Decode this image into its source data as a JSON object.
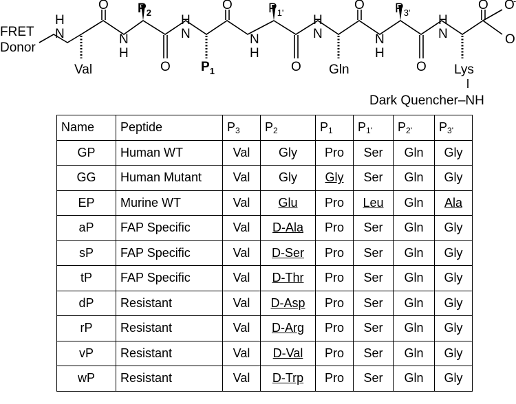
{
  "structure": {
    "donor_line1": "FRET",
    "donor_line2": "Donor",
    "nh": "N",
    "h": "H",
    "o": "O",
    "o_minus": "O",
    "minus": "-",
    "val": "Val",
    "gln": "Gln",
    "lys": "Lys",
    "quencher": "Dark Quencher–NH",
    "p_labels": [
      {
        "main": "P",
        "sub": "2"
      },
      {
        "main": "P",
        "sub": "1"
      },
      {
        "main": "P",
        "sub": "1'"
      },
      {
        "main": "P",
        "sub": "3'"
      }
    ]
  },
  "table": {
    "headers": [
      {
        "main": "Name",
        "sub": ""
      },
      {
        "main": "Peptide",
        "sub": ""
      },
      {
        "main": "P",
        "sub": "3"
      },
      {
        "main": "P",
        "sub": "2"
      },
      {
        "main": "P",
        "sub": "1"
      },
      {
        "main": "P",
        "sub": "1'"
      },
      {
        "main": "P",
        "sub": "2'"
      },
      {
        "main": "P",
        "sub": "3'"
      }
    ],
    "rows": [
      {
        "name": "GP",
        "peptide": "Human WT",
        "p3": "Val",
        "p2": "Gly",
        "p1": "Pro",
        "p1p": "Ser",
        "p2p": "Gln",
        "p3p": "Gly"
      },
      {
        "name": "GG",
        "peptide": "Human Mutant",
        "p3": "Val",
        "p2": "Gly",
        "p1": "Gly",
        "p1p": "Ser",
        "p2p": "Gln",
        "p3p": "Gly"
      },
      {
        "name": "EP",
        "peptide": "Murine WT",
        "p3": "Val",
        "p2": "Glu",
        "p1": "Pro",
        "p1p": "Leu",
        "p2p": "Gln",
        "p3p": "Ala"
      },
      {
        "name": "aP",
        "peptide": "FAP Specific",
        "p3": "Val",
        "p2": "D-Ala",
        "p1": "Pro",
        "p1p": "Ser",
        "p2p": "Gln",
        "p3p": "Gly"
      },
      {
        "name": "sP",
        "peptide": "FAP Specific",
        "p3": "Val",
        "p2": "D-Ser",
        "p1": "Pro",
        "p1p": "Ser",
        "p2p": "Gln",
        "p3p": "Gly"
      },
      {
        "name": "tP",
        "peptide": "FAP Specific",
        "p3": "Val",
        "p2": "D-Thr",
        "p1": "Pro",
        "p1p": "Ser",
        "p2p": "Gln",
        "p3p": "Gly"
      },
      {
        "name": "dP",
        "peptide": "Resistant",
        "p3": "Val",
        "p2": "D-Asp",
        "p1": "Pro",
        "p1p": "Ser",
        "p2p": "Gln",
        "p3p": "Gly"
      },
      {
        "name": "rP",
        "peptide": "Resistant",
        "p3": "Val",
        "p2": "D-Arg",
        "p1": "Pro",
        "p1p": "Ser",
        "p2p": "Gln",
        "p3p": "Gly"
      },
      {
        "name": "vP",
        "peptide": "Resistant",
        "p3": "Val",
        "p2": "D-Val",
        "p1": "Pro",
        "p1p": "Ser",
        "p2p": "Gln",
        "p3p": "Gly"
      },
      {
        "name": "wP",
        "peptide": "Resistant",
        "p3": "Val",
        "p2": "D-Trp",
        "p1": "Pro",
        "p1p": "Ser",
        "p2p": "Gln",
        "p3p": "Gly"
      }
    ],
    "styles": [
      {
        "p2": "b",
        "p1": "b",
        "p1p": "",
        "p3p": ""
      },
      {
        "p2": "b",
        "p1": "bu",
        "p1p": "",
        "p3p": ""
      },
      {
        "p2": "bu",
        "p1": "b",
        "p1p": "u",
        "p3p": "u"
      },
      {
        "p2": "bu",
        "p1": "b",
        "p1p": "",
        "p3p": ""
      },
      {
        "p2": "bu",
        "p1": "b",
        "p1p": "",
        "p3p": ""
      },
      {
        "p2": "bu",
        "p1": "b",
        "p1p": "",
        "p3p": ""
      },
      {
        "p2": "bu",
        "p1": "b",
        "p1p": "",
        "p3p": ""
      },
      {
        "p2": "bu",
        "p1": "b",
        "p1p": "",
        "p3p": ""
      },
      {
        "p2": "bu",
        "p1": "b",
        "p1p": "",
        "p3p": ""
      },
      {
        "p2": "bu",
        "p1": "b",
        "p1p": "",
        "p3p": ""
      }
    ]
  }
}
